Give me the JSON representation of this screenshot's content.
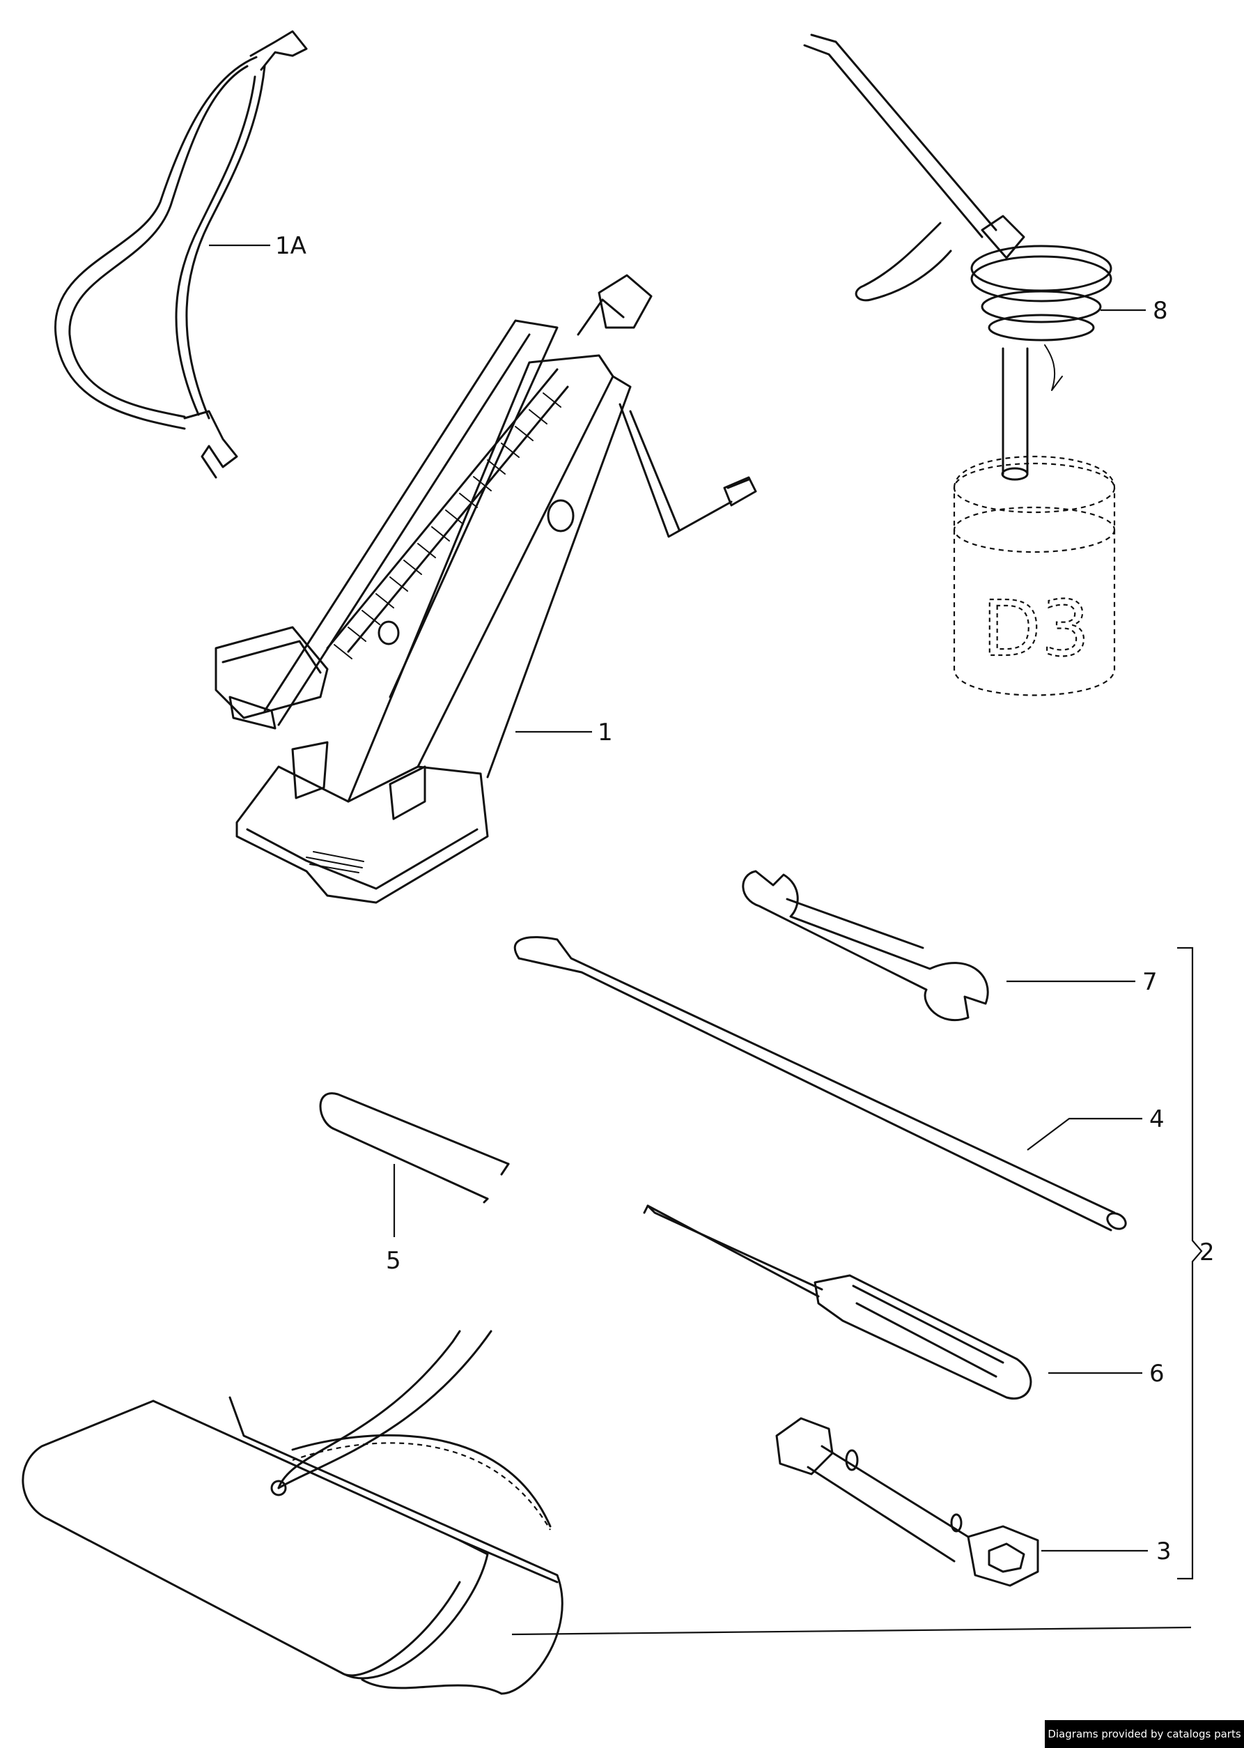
{
  "callouts": {
    "strap": "1A",
    "jack": "1",
    "oil_can": "8",
    "open_end_spanner": "7",
    "tyre_lever": "4",
    "kit_group": "2",
    "hook": "5",
    "screwdriver": "6",
    "box_spanner": "3"
  },
  "oil_can_marking": "D3",
  "credit": "Diagrams provided by catalogs parts"
}
